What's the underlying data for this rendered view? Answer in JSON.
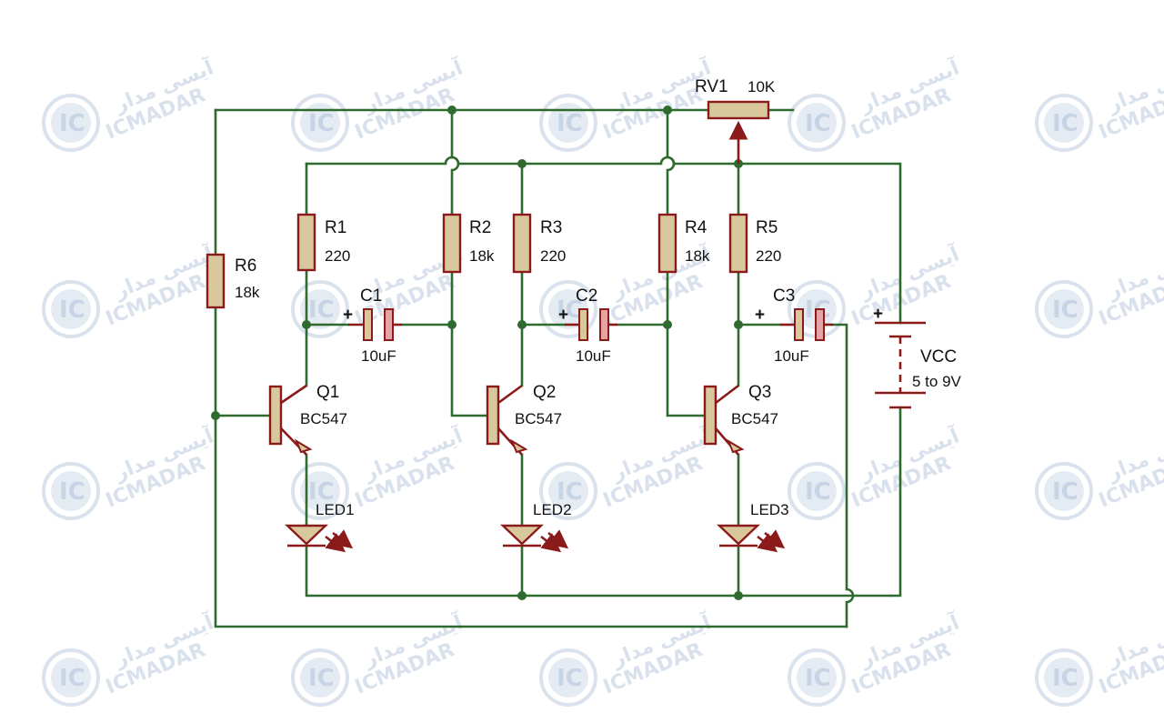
{
  "watermark": {
    "latin": "ICMADAR",
    "persian": "آیسی مدار",
    "logo": "IC",
    "color": "#8aa5c8"
  },
  "colors": {
    "wire": "#2f6b2f",
    "component": "#8b1a1a",
    "resistor_fill": "#d8c89c"
  },
  "components": {
    "rv1": {
      "name": "RV1",
      "value": "10K"
    },
    "r1": {
      "name": "R1",
      "value": "220"
    },
    "r2": {
      "name": "R2",
      "value": "18k"
    },
    "r3": {
      "name": "R3",
      "value": "220"
    },
    "r4": {
      "name": "R4",
      "value": "18k"
    },
    "r5": {
      "name": "R5",
      "value": "220"
    },
    "r6": {
      "name": "R6",
      "value": "18k"
    },
    "c1": {
      "name": "C1",
      "value": "10uF",
      "polarity": "+"
    },
    "c2": {
      "name": "C2",
      "value": "10uF",
      "polarity": "+"
    },
    "c3": {
      "name": "C3",
      "value": "10uF",
      "polarity": "+"
    },
    "q1": {
      "name": "Q1",
      "value": "BC547"
    },
    "q2": {
      "name": "Q2",
      "value": "BC547"
    },
    "q3": {
      "name": "Q3",
      "value": "BC547"
    },
    "led1": {
      "name": "LED1"
    },
    "led2": {
      "name": "LED2"
    },
    "led3": {
      "name": "LED3"
    },
    "vcc": {
      "name": "VCC",
      "value": "5 to 9V",
      "polarity": "+"
    }
  }
}
